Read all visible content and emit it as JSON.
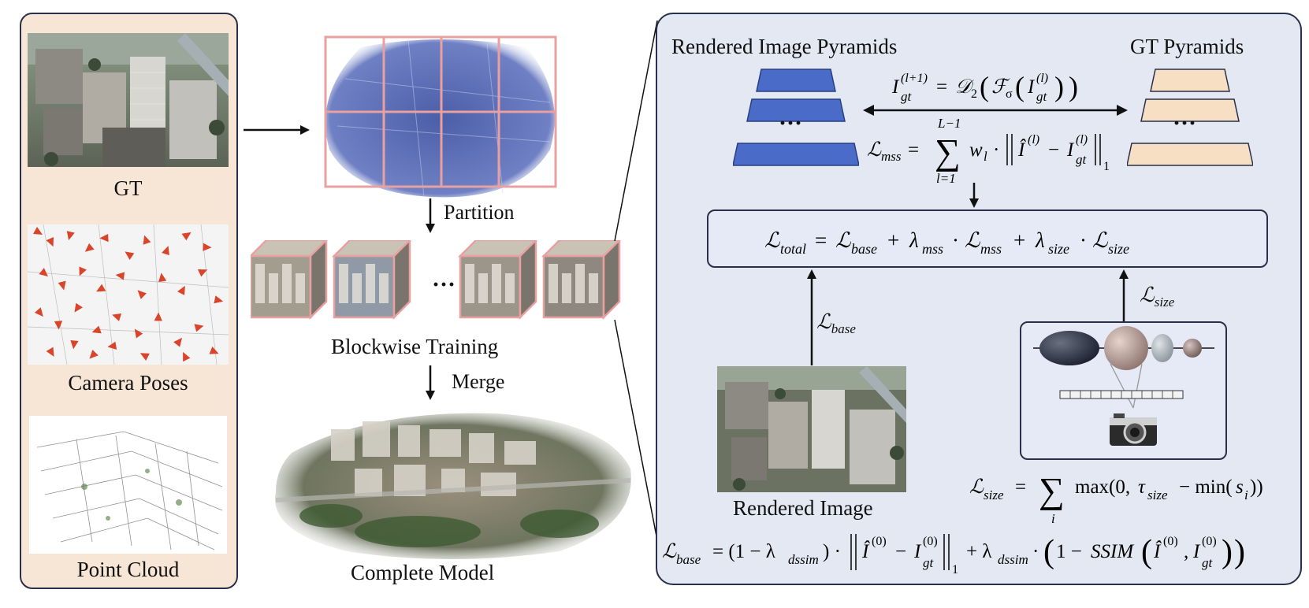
{
  "left_panel": {
    "gt_label": "GT",
    "camera_label": "Camera Poses",
    "pointcloud_label": "Point Cloud"
  },
  "middle": {
    "partition_label": "Partition",
    "blockwise_label": "Blockwise Training",
    "merge_label": "Merge",
    "complete_label": "Complete Model",
    "ellipsis": "···"
  },
  "right_panel": {
    "rendered_pyramids_title": "Rendered Image Pyramids",
    "gt_pyramids_title": "GT Pyramids",
    "pyramid_ellipsis": "···",
    "rendered_image_label": "Rendered Image",
    "loss_base_label": "ℒ",
    "loss_base_sub": "base",
    "loss_size_label": "ℒ",
    "loss_size_sub": "size"
  },
  "colors": {
    "left_panel_bg": "#f7e6d6",
    "right_panel_bg": "#e3e8f2",
    "rendered_pyramid": "#4a6cc8",
    "gt_pyramid": "#f7dfc4",
    "grid_lines": "#e8a0a0",
    "camera_markers": "#d9442b"
  },
  "icons": [
    "camera-icon",
    "gaussian-ellipsoid-icon",
    "arrow-icon"
  ]
}
